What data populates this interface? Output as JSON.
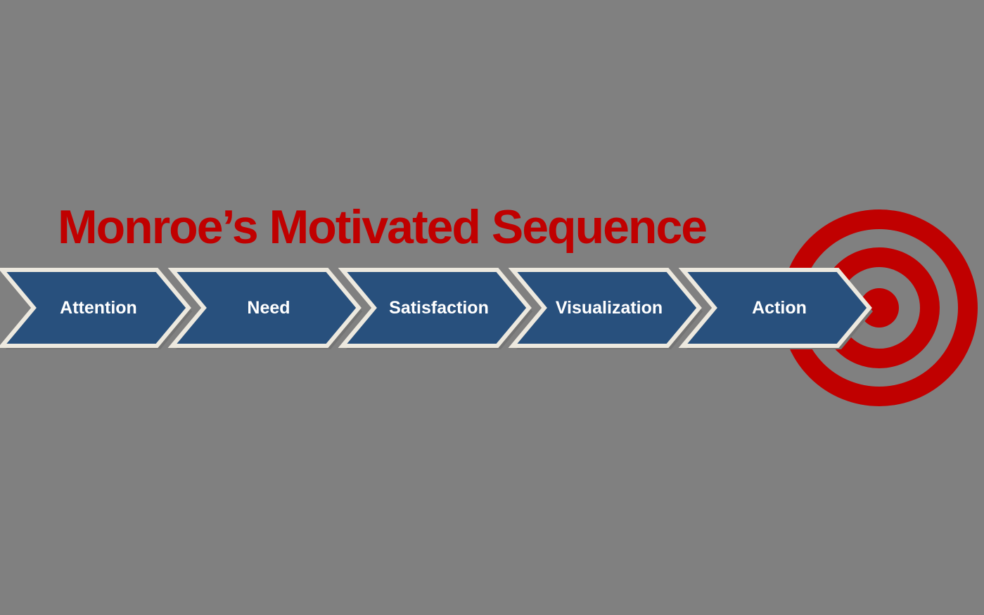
{
  "slide": {
    "title": "Monroe’s Motivated Sequence"
  },
  "process": {
    "steps": [
      {
        "label": "Attention"
      },
      {
        "label": "Need"
      },
      {
        "label": "Satisfaction"
      },
      {
        "label": "Visualization"
      },
      {
        "label": "Action"
      }
    ]
  },
  "icons": {
    "bullseye": "bullseye-target-icon"
  },
  "colors": {
    "background_gray": "#808080",
    "title_red": "#C00000",
    "bullseye_red": "#C00000",
    "arrow_blue": "#28507D",
    "arrow_border_cream": "#EDE9DF",
    "arrow_shadow_gray": "#747474",
    "step_text_white": "#FFFFFF"
  }
}
